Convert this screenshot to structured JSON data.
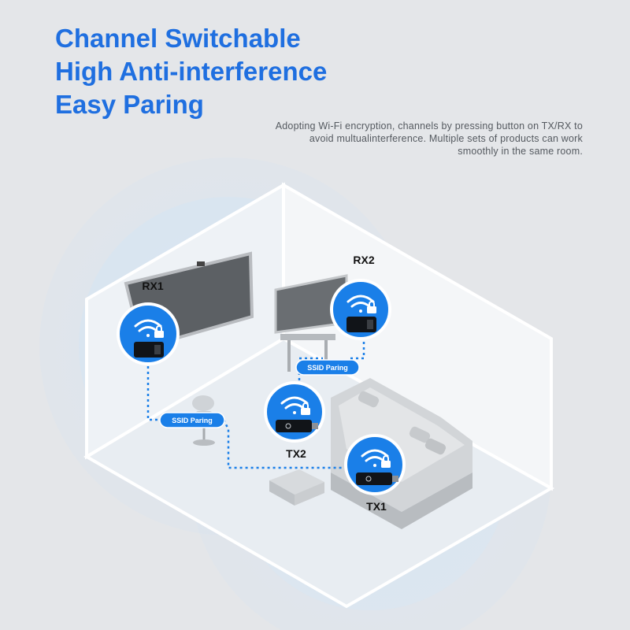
{
  "headline": {
    "line1": "Channel Switchable",
    "line2": "High Anti-interference",
    "line3": "Easy Paring"
  },
  "description": "Adopting Wi-Fi encryption, channels by pressing button on TX/RX to avoid multualinterference. Multiple sets of products can work smoothly in the same room.",
  "devices": {
    "rx1": "RX1",
    "rx2": "RX2",
    "tx1": "TX1",
    "tx2": "TX2"
  },
  "pairing": {
    "left": "SSID Paring",
    "right": "SSID Paring"
  },
  "colors": {
    "accent": "#1f6fe0",
    "device_badge": "#1a7fe8",
    "background": "#e4e6e9"
  },
  "icons": [
    "wifi-lock-icon",
    "usb-transmitter-icon",
    "hdmi-receiver-icon"
  ]
}
